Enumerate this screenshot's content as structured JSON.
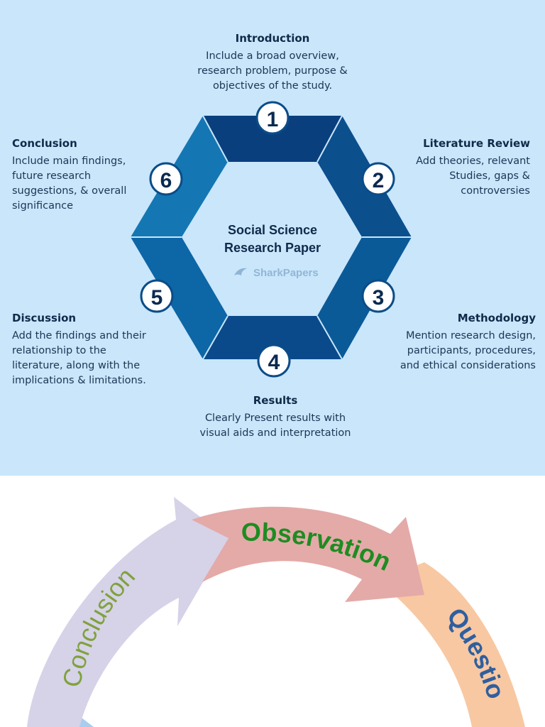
{
  "top": {
    "center_title_line1": "Social Science",
    "center_title_line2": "Research Paper",
    "brand": "SharkPapers",
    "stages": [
      {
        "number": "1",
        "title": "Introduction",
        "description": [
          "Include a broad overview,",
          "research problem, purpose &",
          "objectives of the study."
        ]
      },
      {
        "number": "2",
        "title": "Literature Review",
        "description": [
          "Add theories, relevant",
          "Studies, gaps &",
          "controversies"
        ]
      },
      {
        "number": "3",
        "title": "Methodology",
        "description": [
          "Mention research design,",
          "participants, procedures,",
          "and ethical considerations"
        ]
      },
      {
        "number": "4",
        "title": "Results",
        "description": [
          "Clearly Present results with",
          "visual aids and interpretation"
        ]
      },
      {
        "number": "5",
        "title": "Discussion",
        "description": [
          "Add the findings and their",
          "relationship to the",
          "literature, along with the",
          "implications & limitations."
        ]
      },
      {
        "number": "6",
        "title": "Conclusion",
        "description": [
          "Include main findings,",
          "future research",
          "suggestions, & overall",
          "significance"
        ]
      }
    ],
    "colors": {
      "background": "#c9e6fb",
      "segment_dark": "#0a3f7e",
      "segment_mid": "#0b5a98",
      "segment_light": "#1477b4",
      "badge_border": "#0b4c88",
      "text": "#0f2a4a"
    }
  },
  "bottom": {
    "labels": {
      "conclusion": "Conclusion",
      "observation": "Observation",
      "question": "Questio"
    },
    "colors": {
      "conclusion_arrow": "#d6d2e8",
      "conclusion_text": "#7fa23c",
      "observation_arrow": "#e4aaa8",
      "observation_text": "#1e8c22",
      "question_arrow": "#f8c8a2",
      "question_text": "#2f5f9f",
      "blue_arrow": "#a9cdee"
    }
  }
}
